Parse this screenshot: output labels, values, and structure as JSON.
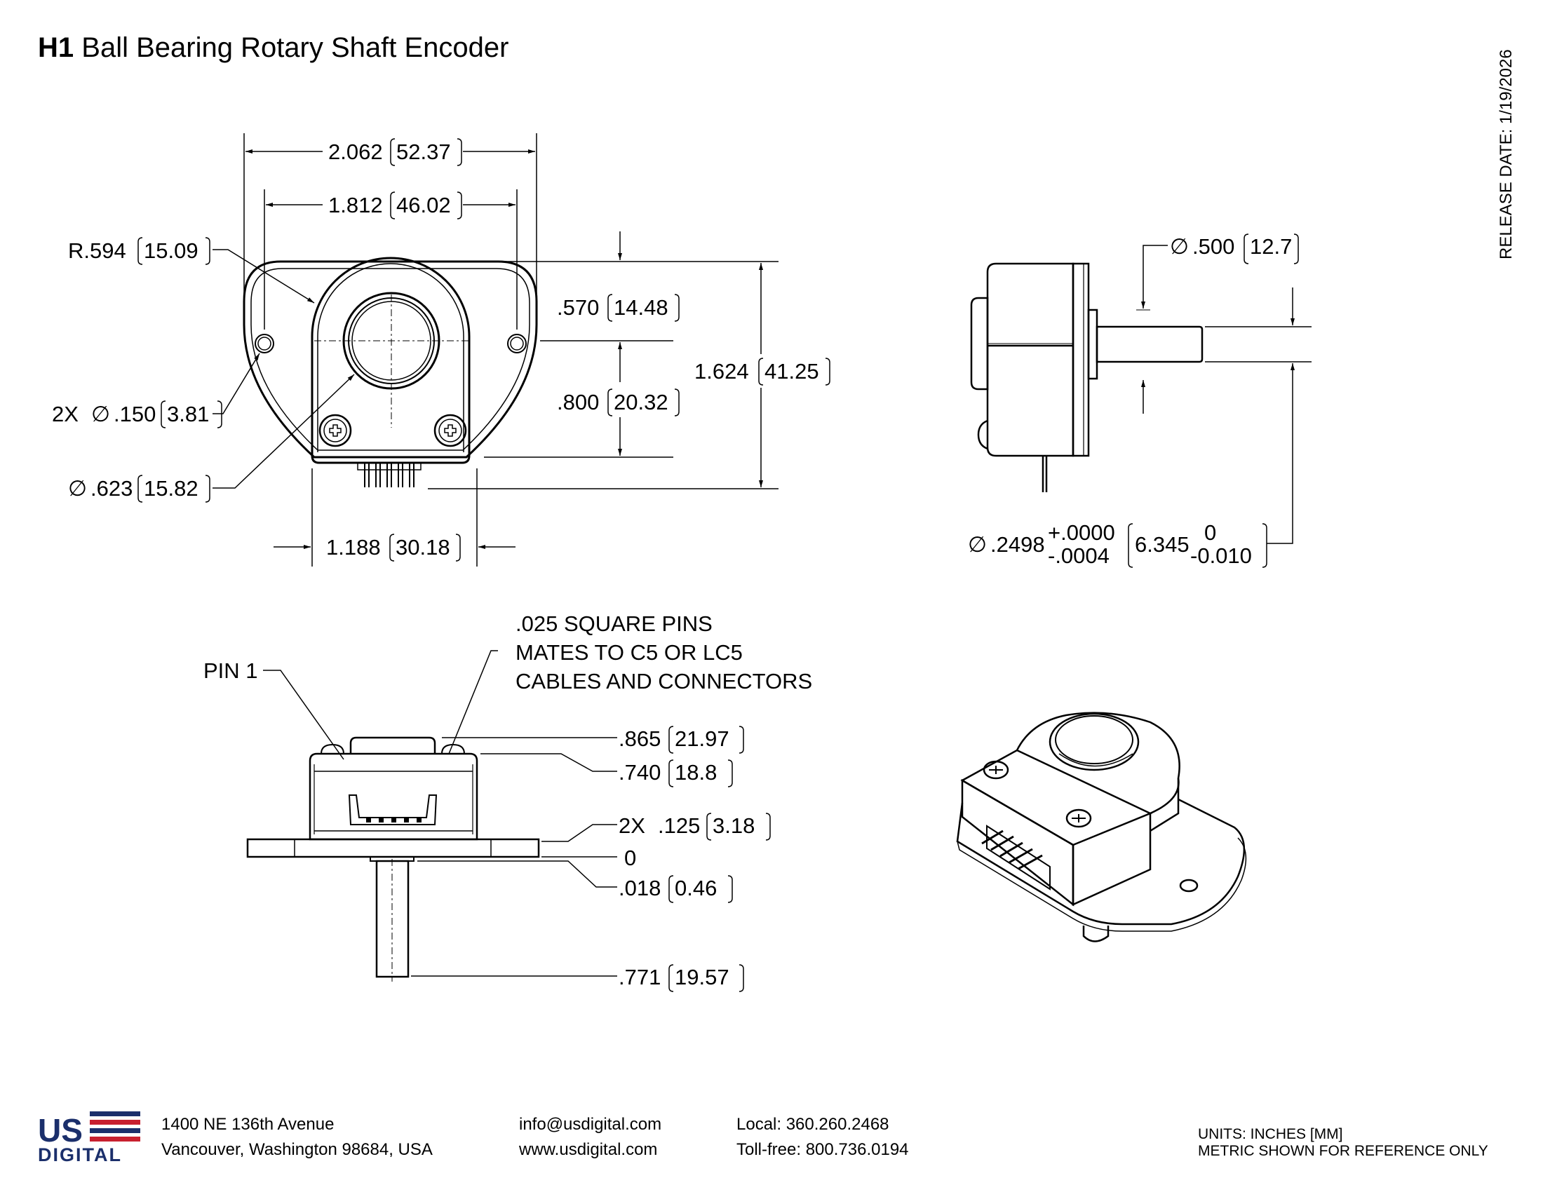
{
  "title": {
    "bold": "H1",
    "rest": "Ball Bearing Rotary Shaft Encoder"
  },
  "release": "RELEASE DATE: 1/19/2026",
  "front_view": {
    "dim_overall_width": {
      "in": "2.062",
      "mm": "52.37"
    },
    "dim_hole_spacing": {
      "in": "1.812",
      "mm": "46.02"
    },
    "dim_radius": {
      "in": "R.594",
      "mm": "15.09"
    },
    "dim_top_to_center": {
      "in": ".570",
      "mm": "14.48"
    },
    "dim_center_to_bottom": {
      "in": ".800",
      "mm": "20.32"
    },
    "dim_overall_height": {
      "in": "1.624",
      "mm": "41.25"
    },
    "dim_holes": {
      "prefix": "2X",
      "in": ".150",
      "mm": "3.81"
    },
    "dim_bore": {
      "in": ".623",
      "mm": "15.82"
    },
    "dim_body_width": {
      "in": "1.188",
      "mm": "30.18"
    }
  },
  "side_view": {
    "dim_hub": {
      "in": ".500",
      "mm": "12.7"
    },
    "dim_shaft": {
      "in": ".2498",
      "tol_plus": "+.0000",
      "tol_minus": "-.0004",
      "mm": "6.345",
      "mm_tol_plus": "0",
      "mm_tol_minus": "-0.010"
    }
  },
  "bottom_view": {
    "pin1": "PIN 1",
    "note_lines": [
      ".025 SQUARE PINS",
      "MATES TO C5 OR LC5",
      "CABLES AND CONNECTORS"
    ],
    "dim_total_height": {
      "in": ".865",
      "mm": "21.97"
    },
    "dim_body_height": {
      "in": ".740",
      "mm": "18.8"
    },
    "dim_flange": {
      "prefix": "2X",
      "in": ".125",
      "mm": "3.18"
    },
    "dim_zero": "0",
    "dim_offset": {
      "in": ".018",
      "mm": "0.46"
    },
    "dim_shaft_len": {
      "in": ".771",
      "mm": "19.57"
    }
  },
  "diameter_symbol": "∅",
  "footer": {
    "logo_top": "US",
    "logo_bottom": "DIGITAL",
    "address_1": "1400 NE 136th Avenue",
    "address_2": "Vancouver, Washington 98684, USA",
    "email": "info@usdigital.com",
    "web": "www.usdigital.com",
    "local": "Local: 360.260.2468",
    "tollfree": "Toll-free: 800.736.0194",
    "units_1": "UNITS: INCHES [MM]",
    "units_2": "METRIC SHOWN FOR REFERENCE ONLY"
  },
  "colors": {
    "logo_blue": "#1b2f6b",
    "logo_red": "#c8202f",
    "ink": "#000000"
  }
}
